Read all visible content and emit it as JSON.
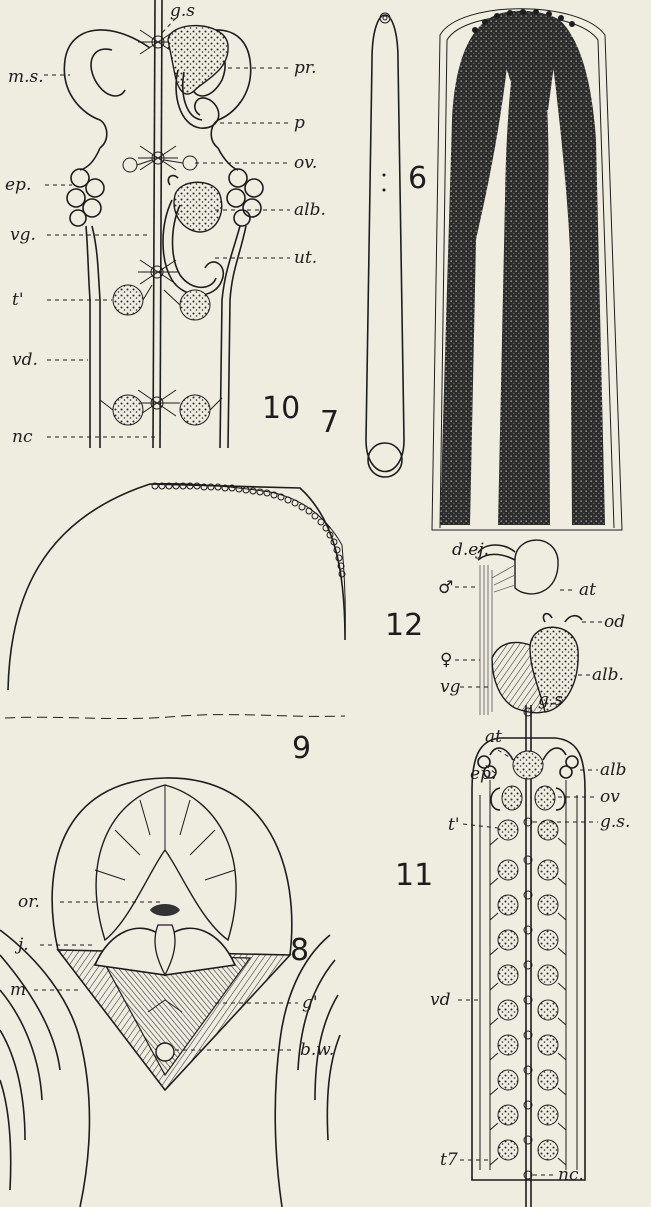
{
  "figures": {
    "fig6": {
      "number": "6"
    },
    "fig7": {
      "number": "7"
    },
    "fig8": {
      "number": "8",
      "labels": {
        "or": "or.",
        "j": "j.",
        "m": "m",
        "g1": "g'",
        "bw": "b.w."
      }
    },
    "fig9": {
      "number": "9"
    },
    "fig10": {
      "number": "10",
      "labels": {
        "gs": "g.s",
        "ms": "m.s.",
        "pr": "pr.",
        "p": "p",
        "ov": "ov.",
        "ep": "ep.",
        "alb": "alb.",
        "vg": "vg.",
        "ut": "ut.",
        "t1": "t'",
        "vd": "vd.",
        "nc": "nc"
      }
    },
    "fig11": {
      "number": "11",
      "labels": {
        "gs": "g.s",
        "at": "at",
        "ep": "ep.",
        "alb": "alb",
        "ov": "ov",
        "t1": "t'",
        "gs2": "g.s.",
        "vd": "vd",
        "t7": "t7",
        "nc": "nc."
      }
    },
    "fig12": {
      "number": "12",
      "labels": {
        "dej": "d.ej.",
        "male": "♂",
        "at": "at",
        "female": "♀",
        "od": "od",
        "vg": "vg",
        "alb": "alb."
      }
    }
  }
}
